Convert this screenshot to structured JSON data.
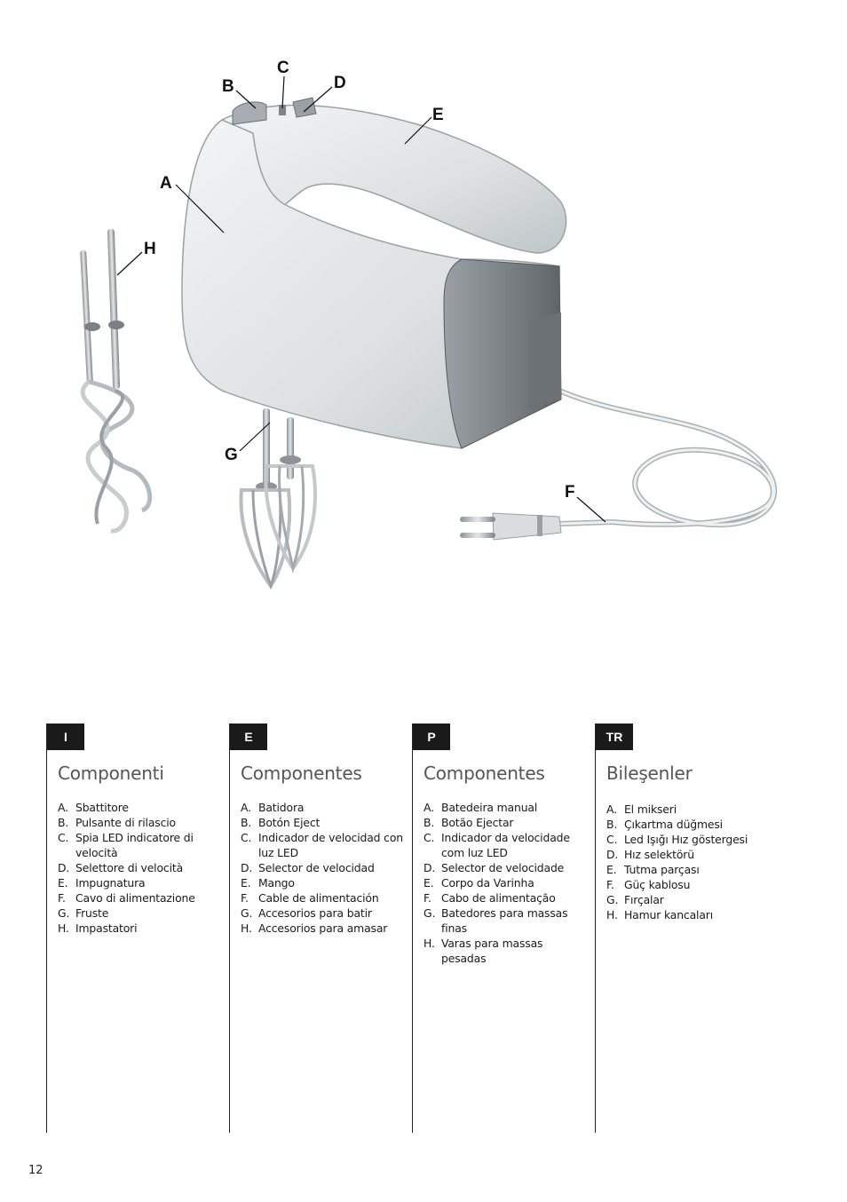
{
  "illustration": {
    "callouts": [
      "A",
      "B",
      "C",
      "D",
      "E",
      "F",
      "G",
      "H"
    ]
  },
  "columns": [
    {
      "tab": "I",
      "title": "Componenti",
      "items": [
        {
          "letter": "A.",
          "text": "Sbattitore"
        },
        {
          "letter": "B.",
          "text": "Pulsante di rilascio"
        },
        {
          "letter": "C.",
          "text": "Spia LED indicatore di velocità"
        },
        {
          "letter": "D.",
          "text": "Selettore di velocità"
        },
        {
          "letter": "E.",
          "text": "Impugnatura"
        },
        {
          "letter": "F.",
          "text": "Cavo di alimentazione"
        },
        {
          "letter": "G.",
          "text": "Fruste"
        },
        {
          "letter": "H.",
          "text": "Impastatori"
        }
      ]
    },
    {
      "tab": "E",
      "title": "Componentes",
      "items": [
        {
          "letter": "A.",
          "text": "Batidora"
        },
        {
          "letter": "B.",
          "text": "Botón Eject"
        },
        {
          "letter": "C.",
          "text": "Indicador de velocidad con luz LED"
        },
        {
          "letter": "D.",
          "text": "Selector de velocidad"
        },
        {
          "letter": "E.",
          "text": "Mango"
        },
        {
          "letter": "F.",
          "text": "Cable de alimentación"
        },
        {
          "letter": "G.",
          "text": "Accesorios para batir"
        },
        {
          "letter": "H.",
          "text": "Accesorios para amasar"
        }
      ]
    },
    {
      "tab": "P",
      "title": "Componentes",
      "items": [
        {
          "letter": "A.",
          "text": "Batedeira manual"
        },
        {
          "letter": "B.",
          "text": "Botão Ejectar"
        },
        {
          "letter": "C.",
          "text": "Indicador da velocidade com luz LED"
        },
        {
          "letter": "D.",
          "text": "Selector de velocidade"
        },
        {
          "letter": "E.",
          "text": "Corpo da Varinha"
        },
        {
          "letter": "F.",
          "text": "Cabo de alimentação"
        },
        {
          "letter": "G.",
          "text": "Batedores para massas finas"
        },
        {
          "letter": "H.",
          "text": "Varas para massas pesadas"
        }
      ]
    },
    {
      "tab": "TR",
      "title": "Bileşenler",
      "items": [
        {
          "letter": "A.",
          "text": "El mikseri"
        },
        {
          "letter": "B.",
          "text": "Çıkartma düğmesi"
        },
        {
          "letter": "C.",
          "text": "Led Işığı Hız göstergesi"
        },
        {
          "letter": "D.",
          "text": "Hız selektörü"
        },
        {
          "letter": "E.",
          "text": "Tutma parçası"
        },
        {
          "letter": "F.",
          "text": "Güç kablosu"
        },
        {
          "letter": "G.",
          "text": "Fırçalar"
        },
        {
          "letter": "H.",
          "text": "Hamur kancaları"
        }
      ]
    }
  ],
  "page_number": "12"
}
